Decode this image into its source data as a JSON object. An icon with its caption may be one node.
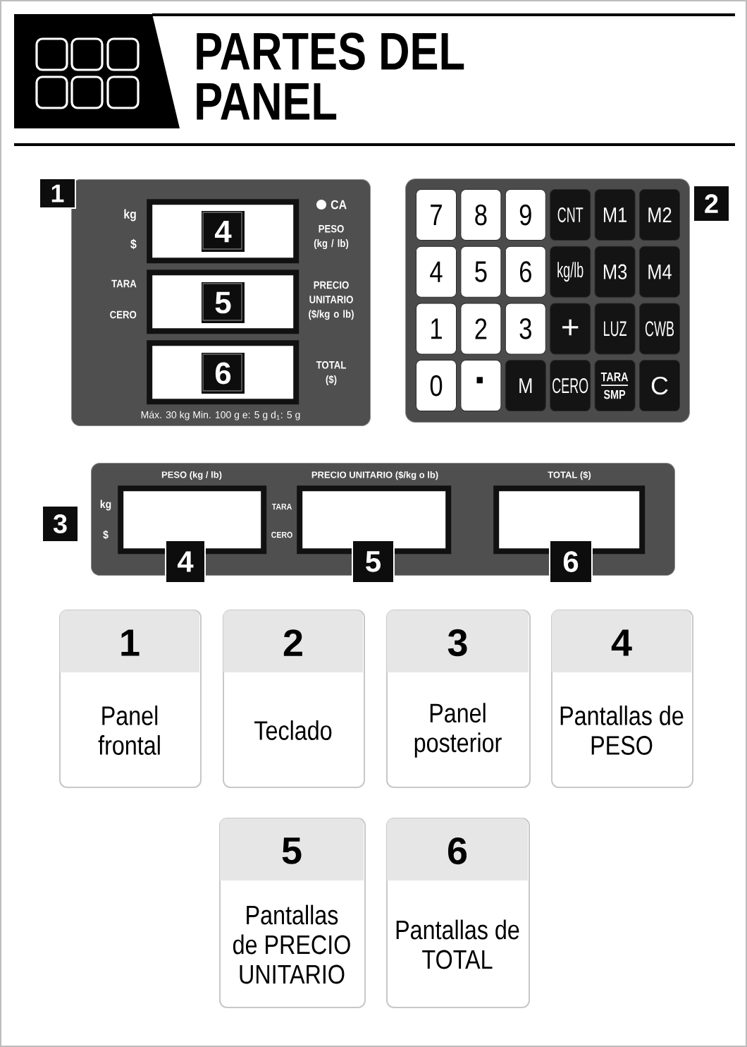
{
  "diagram": {
    "title": "PARTES DEL PANEL",
    "nodes": [
      {
        "text": [
          "CA",
          "kg",
          "$",
          "PESO (kg / lb)",
          "TARA",
          "CERO",
          "PRECIO UNITARIO ($/kg o lb)",
          "TOTAL ($)",
          "Máx. 30 kg Min. 100 g e: 5 g d$_{1}$: 5 g"
        ]
      },
      {
        "text": [
          "1"
        ]
      },
      {
        "text": [],
        "shape": "box",
        "in": 0
      },
      {
        "text": [
          "4"
        ],
        "in": 2
      },
      {
        "text": [],
        "shape": "box",
        "in": 0
      },
      {
        "text": [
          "5"
        ],
        "in": 4
      },
      {
        "text": [],
        "shape": "box",
        "in": 0
      },
      {
        "text": [
          "6"
        ],
        "in": 6
      },
      {
        "text": [],
        "shape": "box"
      },
      {
        "text": [
          "7"
        ],
        "in": 8
      },
      {
        "text": [
          "8"
        ],
        "in": 8
      },
      {
        "text": [
          "9"
        ],
        "in": 8
      },
      {
        "text": [
          "CNT"
        ],
        "in": 8
      },
      {
        "text": [
          "M1"
        ],
        "in": 8
      },
      {
        "text": [
          "M2"
        ],
        "in": 8
      },
      {
        "text": [
          "4"
        ],
        "in": 8
      },
      {
        "text": [
          "5"
        ],
        "in": 8
      },
      {
        "text": [
          "6"
        ],
        "in": 8
      },
      {
        "text": [
          "kg/lb"
        ],
        "in": 8
      },
      {
        "text": [
          "M3"
        ],
        "in": 8
      },
      {
        "text": [
          "M4"
        ],
        "in": 8
      },
      {
        "text": [
          "1"
        ],
        "in": 8
      },
      {
        "text": [
          "2"
        ],
        "in": 8
      },
      {
        "text": [
          "3"
        ],
        "in": 8
      },
      {
        "text": [
          "+"
        ],
        "in": 8
      },
      {
        "text": [
          "LUZ"
        ],
        "in": 8
      },
      {
        "text": [
          "CWB"
        ],
        "in": 8
      },
      {
        "text": [
          "0"
        ],
        "in": 8
      },
      {
        "text": [
          "·"
        ],
        "in": 8
      },
      {
        "text": [
          "M"
        ],
        "in": 8
      },
      {
        "text": [
          "CERO"
        ],
        "in": 8
      },
      {
        "text": [
          "TARA",
          "SMP"
        ],
        "in": 8
      },
      {
        "text": [
          "C"
        ],
        "in": 8
      },
      {
        "text": [
          "2"
        ]
      },
      {
        "text": [
          "3"
        ]
      },
      {
        "text": [
          "PESO (kg / lb)",
          "PRECIO UNITARIO ($/kg o lb)",
          "TOTAL ($)",
          "kg",
          "$",
          "TARA",
          "CERO"
        ]
      },
      {
        "text": [],
        "shape": "box",
        "in": 35
      },
      {
        "text": [],
        "shape": "box",
        "in": 35
      },
      {
        "text": [],
        "shape": "box",
        "in": 35
      },
      {
        "text": [
          "4"
        ]
      },
      {
        "text": [
          "5"
        ]
      },
      {
        "text": [
          "6"
        ]
      },
      {
        "text": [
          "1",
          "Panel frontal"
        ]
      },
      {
        "text": [
          "2",
          "Teclado"
        ]
      },
      {
        "text": [
          "3",
          "Panel posterior"
        ]
      },
      {
        "text": [
          "4",
          "Pantallas de PESO"
        ]
      },
      {
        "text": [
          "5",
          "Pantallas de PRECIO UNITARIO"
        ]
      },
      {
        "text": [
          "6",
          "Pantallas de TOTAL"
        ]
      }
    ]
  }
}
